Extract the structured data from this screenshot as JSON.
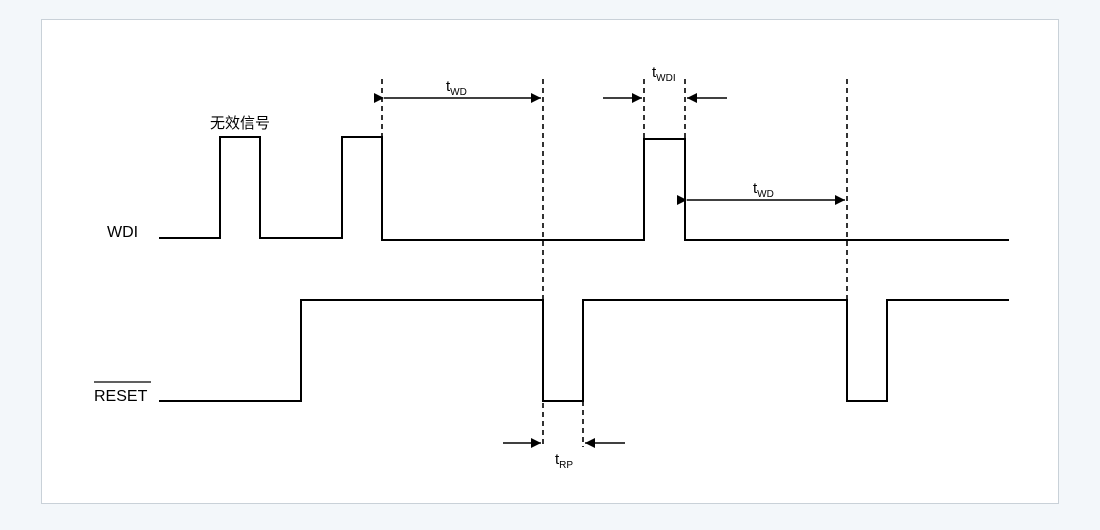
{
  "signals": {
    "wdi": "WDI",
    "reset": "RESET"
  },
  "annotations": {
    "invalid_pulse": "无效信号"
  },
  "timings": {
    "twd_1": {
      "main": "t",
      "sub": "WD"
    },
    "twdi": {
      "main": "t",
      "sub": "WDI"
    },
    "twd_2": {
      "main": "t",
      "sub": "WD"
    },
    "trp": {
      "main": "t",
      "sub": "RP"
    }
  }
}
